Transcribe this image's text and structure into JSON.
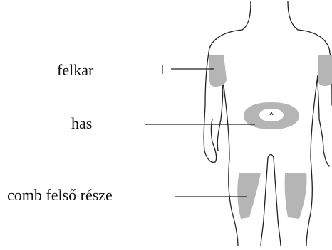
{
  "labels": {
    "upper_arm": "felkar",
    "abdomen": "has",
    "upper_thigh": "comb felső része"
  },
  "colors": {
    "outline": "#222222",
    "injection_zone": "#b5b5b5",
    "pointer_line": "#222222",
    "background": "#ffffff"
  }
}
